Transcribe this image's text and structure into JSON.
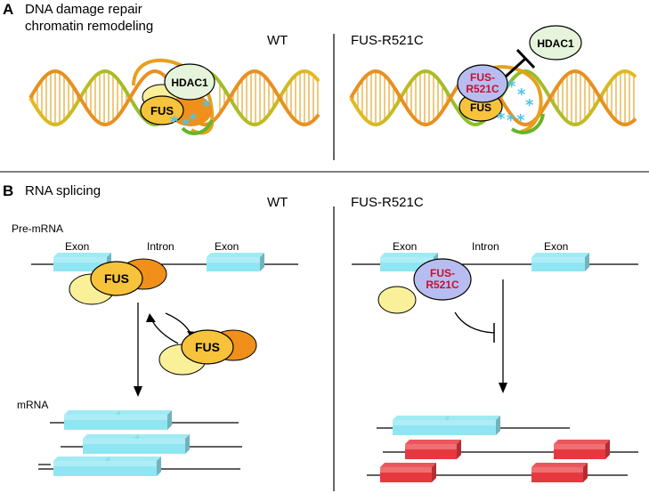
{
  "panel_a": {
    "letter": "A",
    "title_line1": "DNA damage repair",
    "title_line2": "chromatin remodeling",
    "wt_label": "WT",
    "mut_label": "FUS-R521C",
    "proteins": {
      "hdac1": "HDAC1",
      "fus": "FUS",
      "fus_mut_line1": "FUS-",
      "fus_mut_line2": "R521C"
    }
  },
  "panel_b": {
    "letter": "B",
    "title": "RNA splicing",
    "wt_label": "WT",
    "mut_label": "FUS-R521C",
    "pre_mrna_label": "Pre-mRNA",
    "mrna_label": "mRNA",
    "exon_label": "Exon",
    "intron_label": "Intron",
    "fus": "FUS",
    "fus_mut_line1": "FUS-",
    "fus_mut_line2": "R521C"
  },
  "colors": {
    "exon": "#8fe6f2",
    "exon_mutant": "#e8383f",
    "fus": "#f6c33a",
    "partner": "#f0901a",
    "small_protein": "#faf09a",
    "hdac1": "#e6f4dc",
    "fus_mutant_fill": "#b7bdf0",
    "fus_mutant_text": "#c8102e",
    "damage_star": "#4fc3e8"
  }
}
